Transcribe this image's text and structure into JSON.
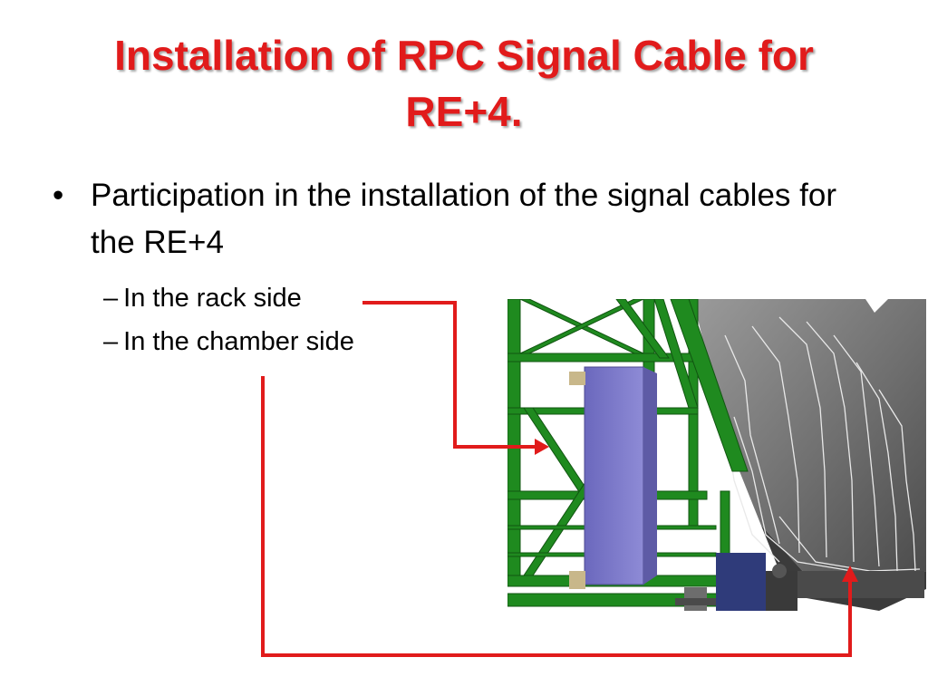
{
  "slide": {
    "title": "Installation of RPC Signal Cable for RE+4.",
    "bullet": {
      "marker": "•",
      "text": "Participation in the installation of the signal cables for the RE+4"
    },
    "subitems": [
      {
        "dash": "–",
        "text": "In the rack side"
      },
      {
        "dash": "–",
        "text": "In the chamber side"
      }
    ]
  },
  "colors": {
    "title": "#e11b1b",
    "arrow": "#e11b1b",
    "frame_green": "#1f8a1f",
    "panel_purple": "#7b78c8",
    "chamber_gray": "#6e6e6e"
  },
  "figure": {
    "image": "rpc-chamber-installation-render"
  }
}
